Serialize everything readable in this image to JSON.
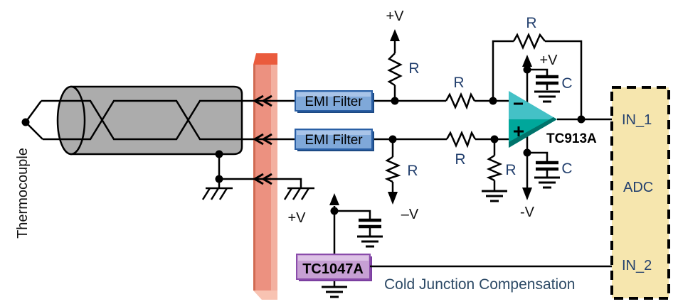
{
  "labels": {
    "thermocouple": "Thermocouple",
    "emi_filter": "EMI Filter",
    "opamp_name": "TC913A",
    "sensor_name": "TC1047A",
    "adc_name": "ADC",
    "adc_in1": "IN_1",
    "adc_in2": "IN_2",
    "cold_junction": "Cold Junction Compensation",
    "plus_v": "+V",
    "minus_v": "-V",
    "minus_v_long": "–V",
    "resistor": "R",
    "capacitor": "C"
  },
  "colors": {
    "emi_filter_fill": "#7fa8d9",
    "emi_filter_shadow": "#1c4a85",
    "emi_filter_border": "#2a5fa5",
    "opamp_fill": "#00a79b",
    "opamp_highlight": "#44c1c6",
    "opamp_dark_edge": "#00736b",
    "sensor_fill": "#c7a0d4",
    "sensor_shadow": "#7b3fa0",
    "adc_fill": "#f6e6ae",
    "barrier_fill": "#ec9180",
    "barrier_top": "#ea5b3d",
    "barrier_bottom": "#f8c3b2",
    "cable_fill": "#acacac",
    "label_blue": "#23406e",
    "wire": "#000000"
  }
}
